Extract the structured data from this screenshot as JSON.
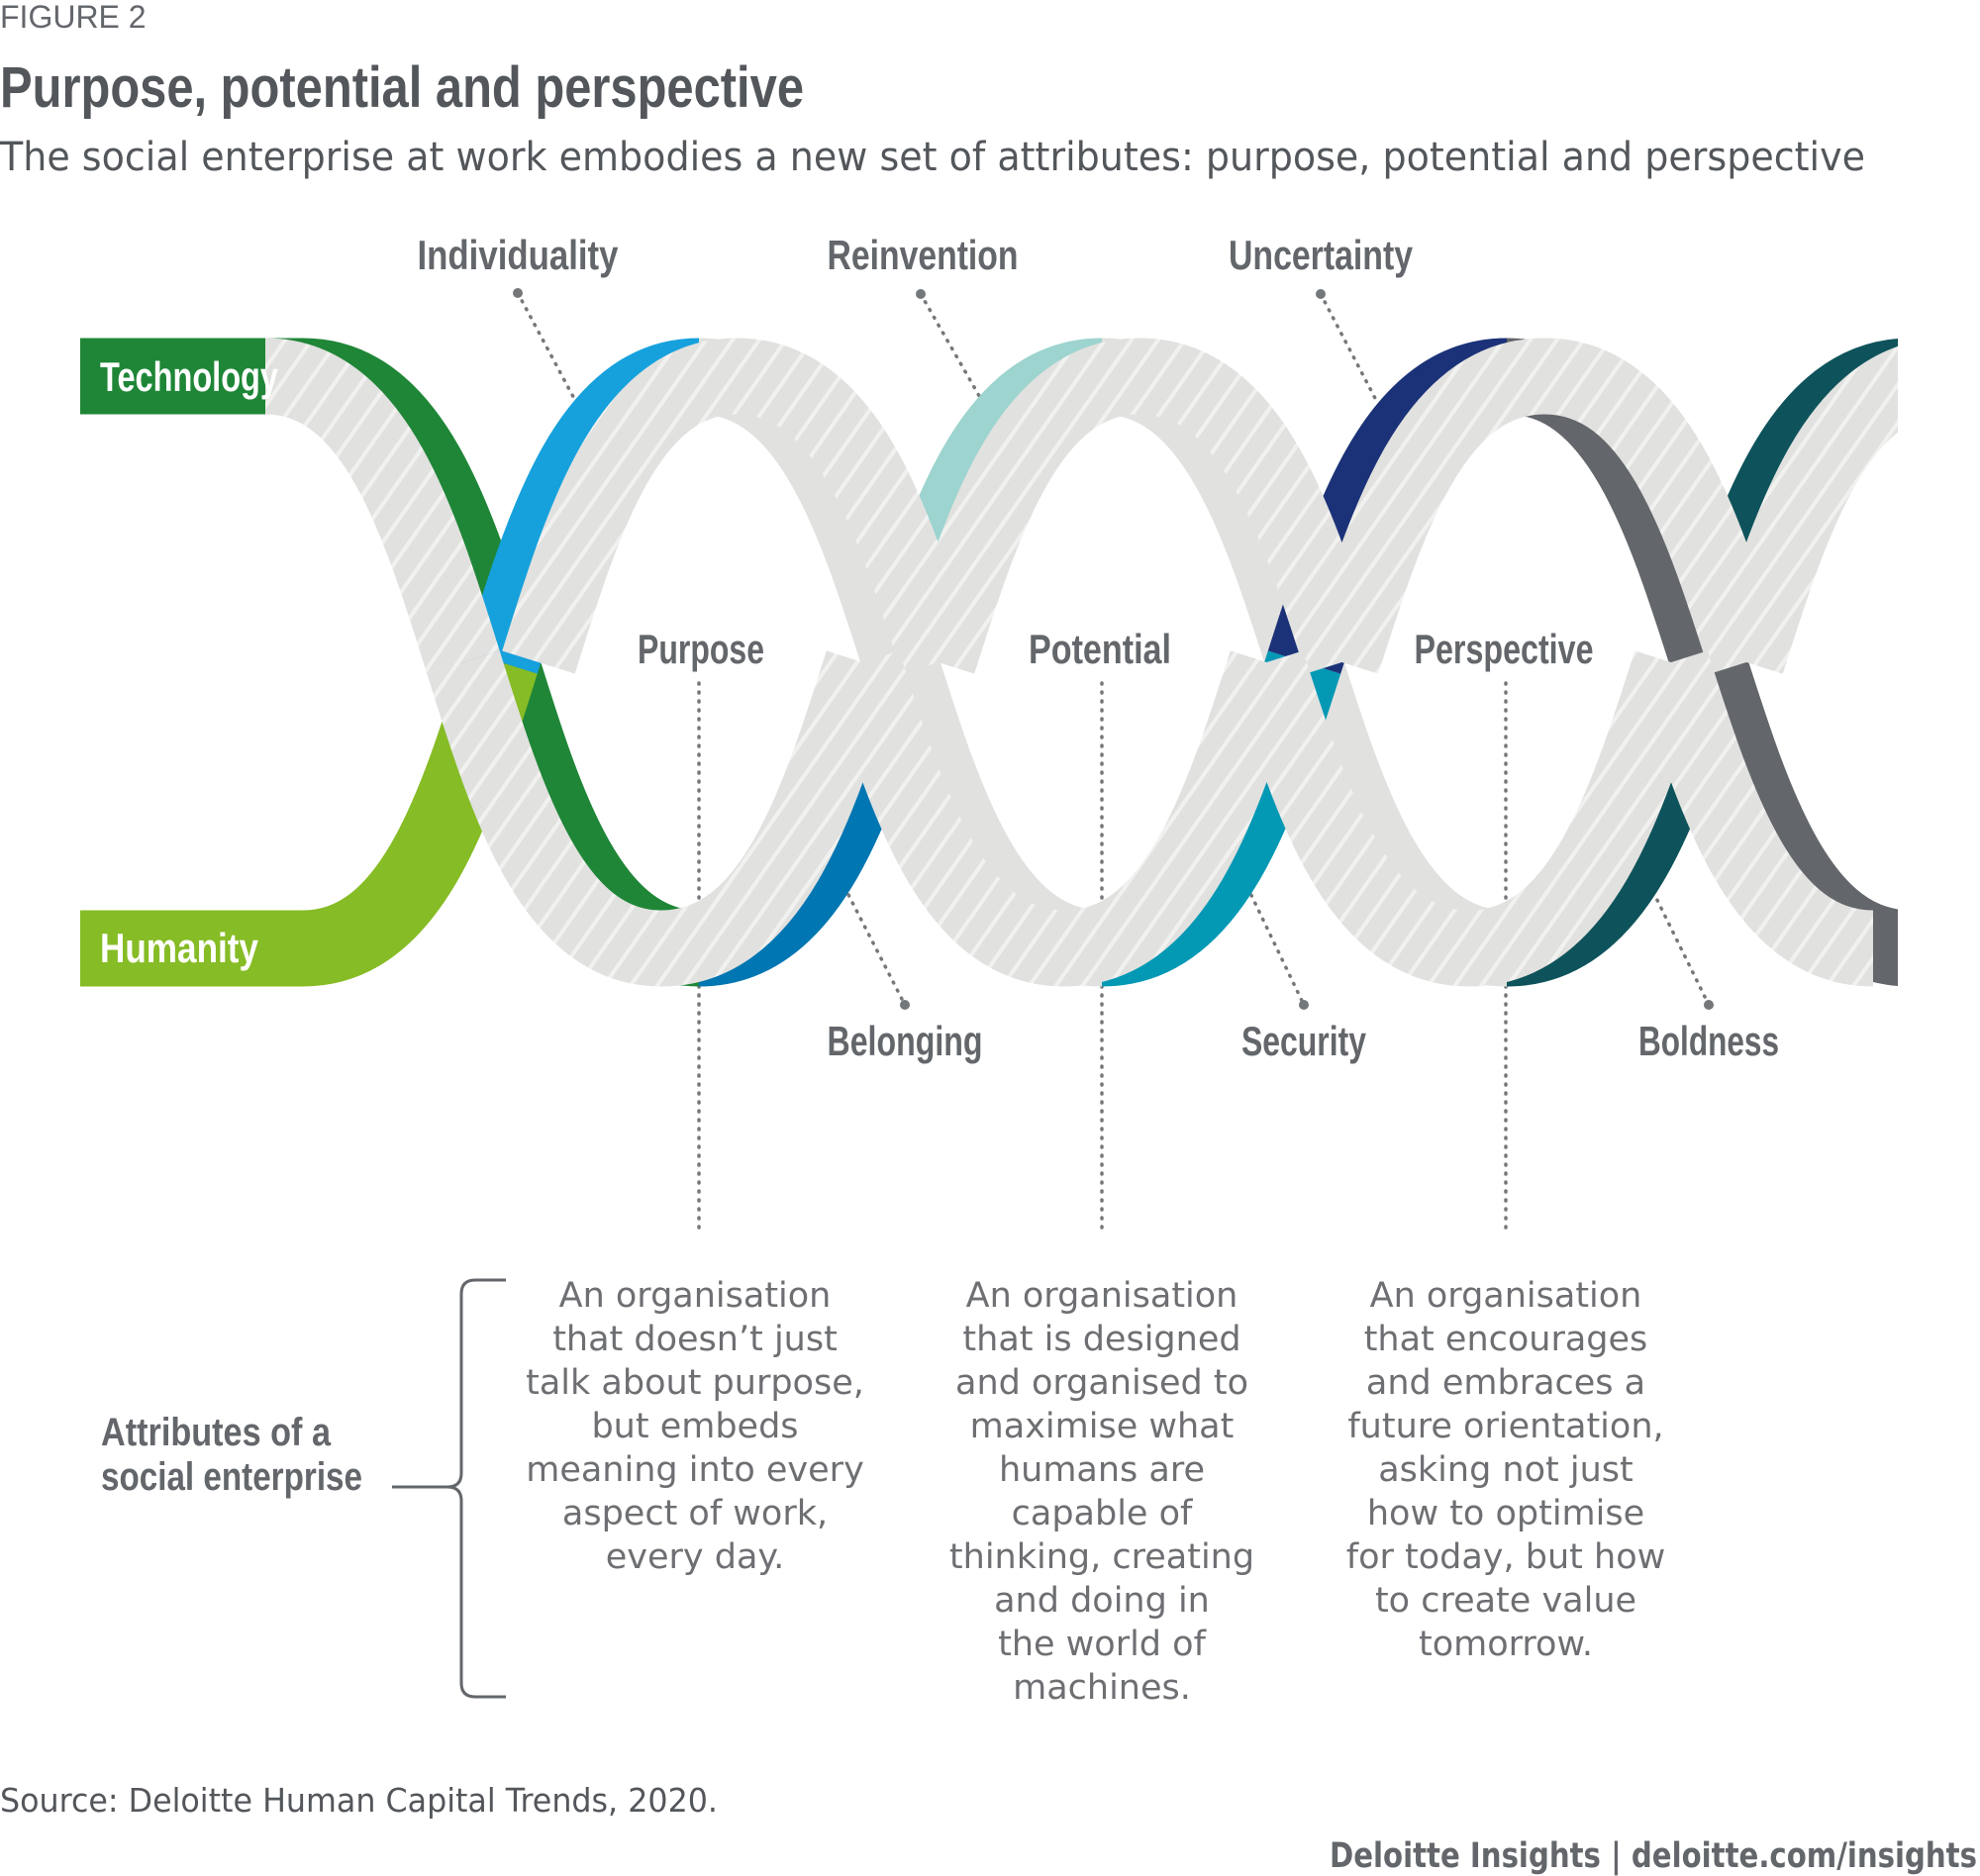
{
  "figure_label": "FIGURE 2",
  "title": "Purpose, potential and perspective",
  "subtitle": "The social enterprise at work embodies a new set of attributes: purpose, potential and perspective",
  "strands": {
    "technology": "Technology",
    "humanity": "Humanity"
  },
  "top_labels": [
    "Individuality",
    "Reinvention",
    "Uncertainty"
  ],
  "center_labels": [
    "Purpose",
    "Potential",
    "Perspective"
  ],
  "bottom_labels": [
    "Belonging",
    "Security",
    "Boldness"
  ],
  "attributes_label": [
    "Attributes of a",
    "social enterprise"
  ],
  "descriptions": [
    {
      "lines": [
        "An organisation",
        "that doesn’t just",
        "talk about purpose,",
        "but embeds",
        "meaning into every",
        "aspect of work,",
        "every day."
      ]
    },
    {
      "lines": [
        "An organisation",
        "that is designed",
        "and organised to",
        "maximise what",
        "humans are",
        "capable of",
        "thinking, creating",
        "and doing in",
        "the world of",
        "machines."
      ]
    },
    {
      "lines": [
        "An organisation",
        "that encourages",
        "and embraces a",
        "future orientation,",
        "asking not just",
        "how to optimise",
        "for today, but how",
        "to create value",
        "tomorrow."
      ]
    }
  ],
  "source": "Source: Deloitte Human Capital Trends, 2020.",
  "footer": "Deloitte Insights | deloitte.com/insights",
  "colors": {
    "technology_green": "#1f8637",
    "humanity_green": "#86bc25",
    "light_blue": "#16a1dd",
    "blue": "#0076b2",
    "light_teal": "#9dd4cf",
    "cyan": "#0399b5",
    "navy": "#1b3278",
    "dark_teal": "#0e535b",
    "gray": "#63666a",
    "ribbon_gray": "#e1e1df"
  }
}
